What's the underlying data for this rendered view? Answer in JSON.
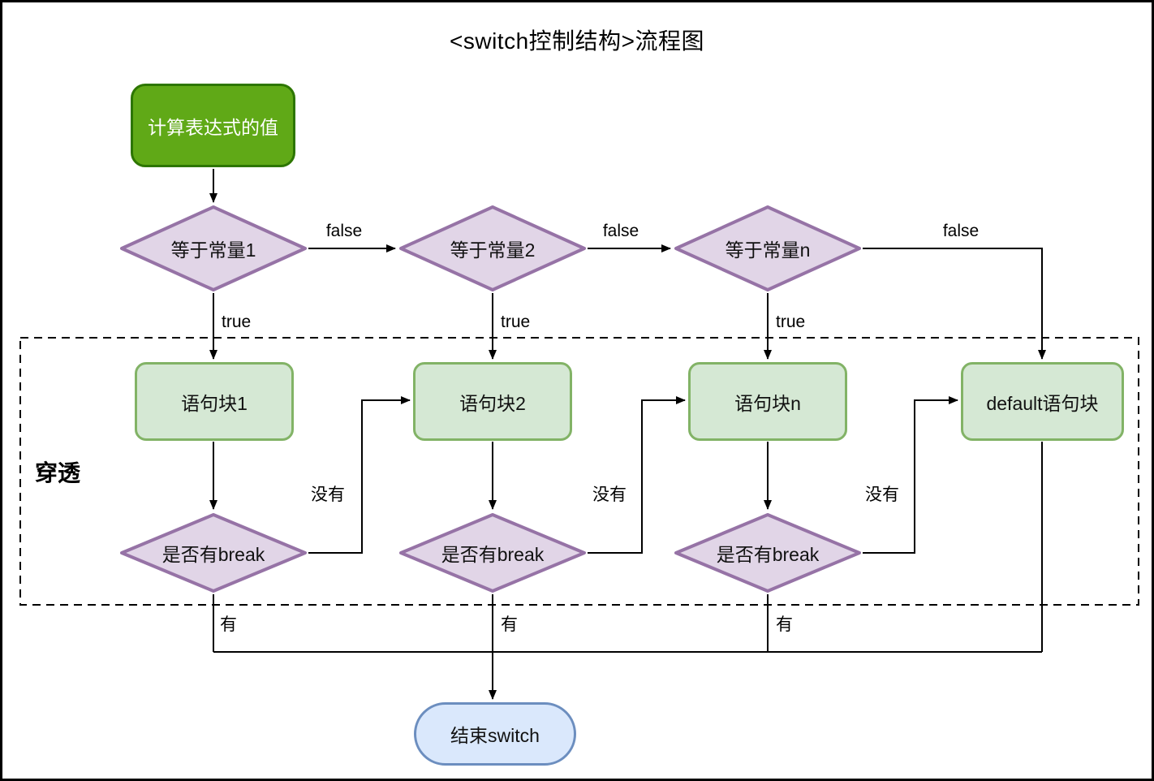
{
  "title": "<switch控制结构>流程图",
  "region": {
    "label": "穿透"
  },
  "nodes": {
    "start": {
      "label": "计算表达式的值"
    },
    "cond1": {
      "label": "等于常量1"
    },
    "cond2": {
      "label": "等于常量2"
    },
    "condn": {
      "label": "等于常量n"
    },
    "block1": {
      "label": "语句块1"
    },
    "block2": {
      "label": "语句块2"
    },
    "blockn": {
      "label": "语句块n"
    },
    "default": {
      "label": "default语句块"
    },
    "break1": {
      "label": "是否有break"
    },
    "break2": {
      "label": "是否有break"
    },
    "break3": {
      "label": "是否有break"
    },
    "end": {
      "label": "结束switch"
    }
  },
  "edges": {
    "false1": "false",
    "false2": "false",
    "false3": "false",
    "true1": "true",
    "true2": "true",
    "true3": "true",
    "no1": "没有",
    "no2": "没有",
    "no3": "没有",
    "yes1": "有",
    "yes2": "有",
    "yes3": "有"
  },
  "colors": {
    "start_fill": "#60a917",
    "start_stroke": "#2d7600",
    "start_text": "#ffffff",
    "diamond_fill": "#e1d5e7",
    "diamond_stroke": "#9673a6",
    "block_fill": "#d5e8d4",
    "block_stroke": "#82b366",
    "end_fill": "#dae8fc",
    "end_stroke": "#6c8ebf",
    "line": "#000000",
    "background": "#ffffff"
  }
}
